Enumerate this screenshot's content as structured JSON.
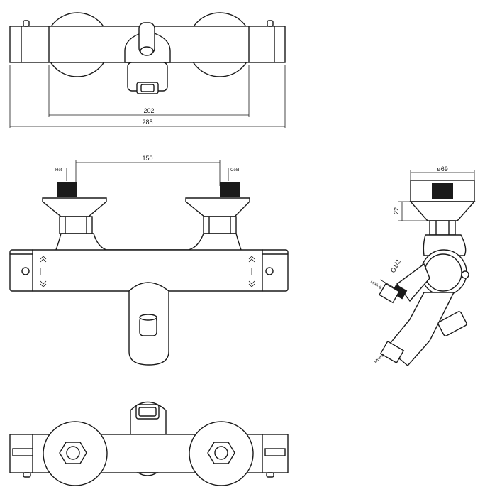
{
  "top_view": {
    "dim_inner": "202",
    "dim_outer": "285"
  },
  "front_view": {
    "dim_spacing": "150",
    "label_hot": "Hot",
    "label_cold": "Cold"
  },
  "side_view": {
    "dim_diameter": "ø69",
    "dim_height": "22",
    "thread_label": "G1/2",
    "outlet_label_1": "Mixing",
    "outlet_label_2": "Mixing"
  }
}
